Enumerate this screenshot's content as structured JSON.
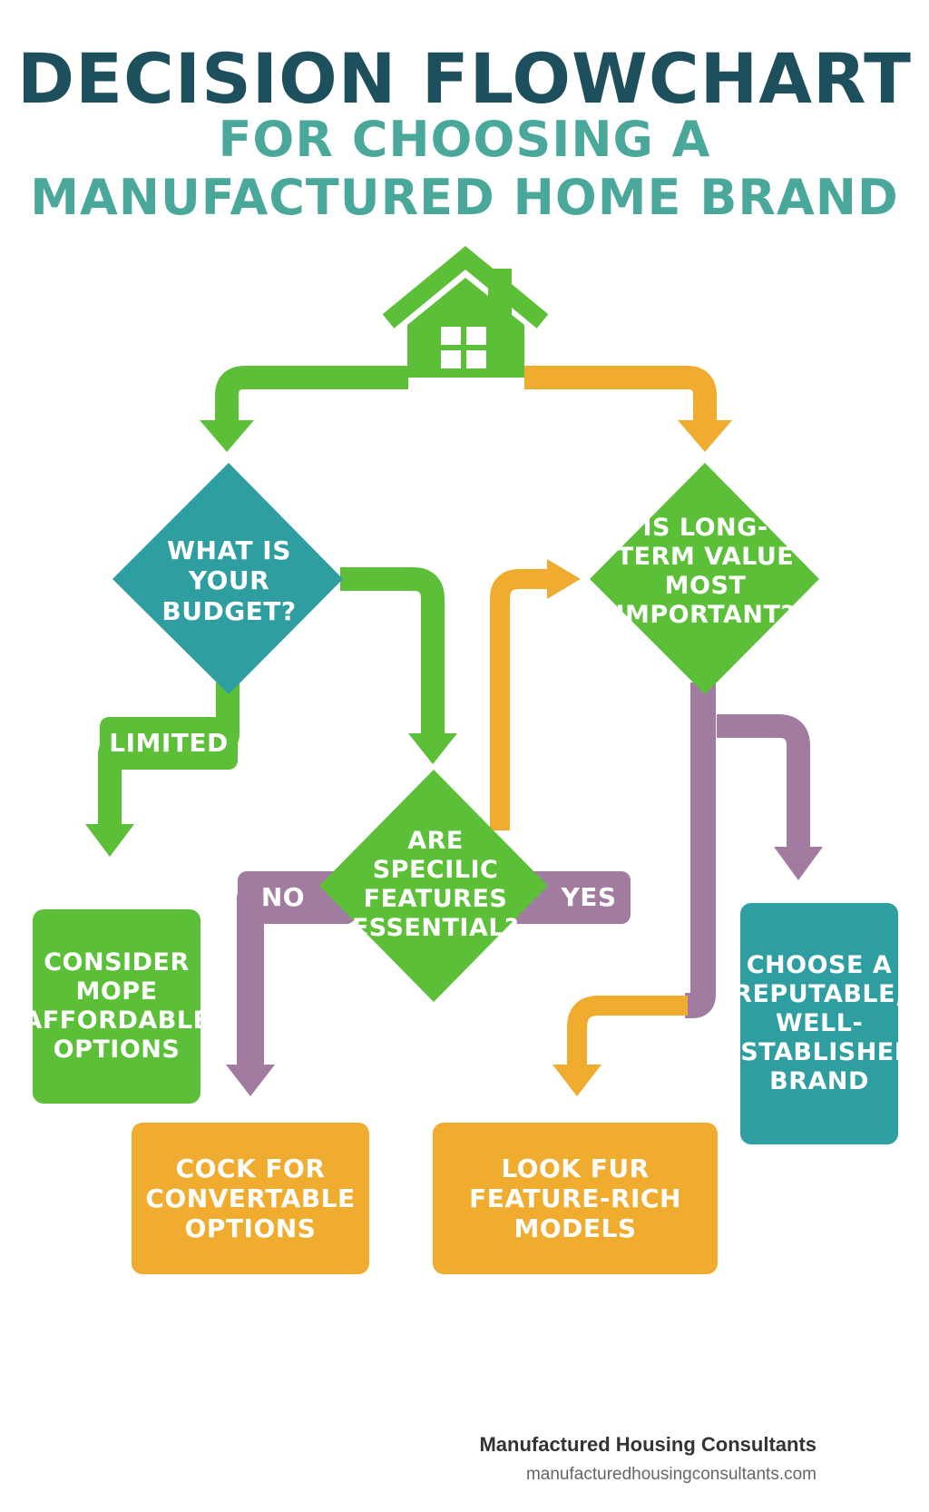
{
  "header": {
    "line1": "DECISION FLOWCHART",
    "line2": "FOR CHOOSING A",
    "line3": "MANUFACTURED HOME BRAND"
  },
  "colors": {
    "green": "#5cbf38",
    "orange": "#f0ac2e",
    "purple": "#a17ba0",
    "teal": "#2e9ea0",
    "title_dark": "#1e4f5c",
    "title_light": "#4aa89a"
  },
  "start_icon": "house-icon",
  "nodes": {
    "budget": "WHAT IS YOUR BUDGET?",
    "long_term": "IS LONG-TERM VALUE MOST IMPORTANT?",
    "features": "ARE SPECILIC FEATURES ESSENTIAL?",
    "affordable": "CONSIDER MOPE AFFORDABLE OPTIONS",
    "convertable": "COCK FOR CONVERTABLE OPTIONS",
    "feature_rich": "LOOK FUR FEATURE-RICH MODELS",
    "reputable": "CHOOSE A REPUTABLE, WELL-ESTABLISHED BRAND"
  },
  "edge_labels": {
    "limited": "LIMITED",
    "no": "NO",
    "yes": "YES"
  },
  "footer": {
    "company": "Manufactured Housing Consultants",
    "url": "manufacturedhousingconsultants.com"
  }
}
